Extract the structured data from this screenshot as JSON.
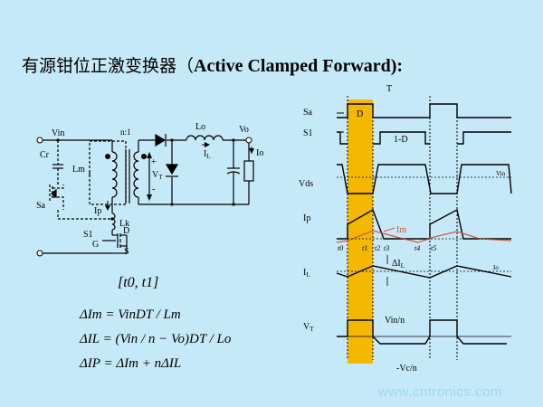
{
  "title": {
    "cn": "有源钳位正激变换器",
    "paren_open": "（",
    "en": "Active Clamped Forward",
    "paren_close": "):"
  },
  "circuit_labels": {
    "vin": "Vin",
    "ratio": "n:1",
    "lo": "Lo",
    "vo": "Vo",
    "io": "Io",
    "cr": "Cr",
    "lm": "Lm",
    "vt": "V",
    "vt_sub": "T",
    "plus": "+",
    "minus": "-",
    "il": "I",
    "il_sub": "L",
    "sa": "Sa",
    "ip": "Ip",
    "lk": "Lk",
    "d": "D",
    "s1": "S1",
    "g": "G",
    "s": "S"
  },
  "interval_label": "[t0, t1]",
  "equations": [
    "ΔIm = VinDT / Lm",
    "ΔIL = (Vin / n − Vo)DT / Lo",
    "ΔIP = ΔIm + nΔIL"
  ],
  "waveform_labels": {
    "period": "T",
    "sa": "Sa",
    "s1": "S1",
    "vds": "Vds",
    "ip": "Ip",
    "il": "I",
    "il_sub": "L",
    "vt": "V",
    "vt_sub": "T",
    "d": "D",
    "one_minus_d": "1-D",
    "vin_small": "Vin",
    "im": "Im",
    "io": "Io",
    "delta_il": "ΔI",
    "delta_il_sub": "L",
    "vin_n": "Vin/n",
    "neg_vc_n": "-Vc/n",
    "t0": "t0",
    "t1": "t1",
    "t2": "t2",
    "t3": "t3",
    "t4": "t4",
    "t5": "t5"
  },
  "watermark": "www.cntronics.com",
  "colors": {
    "background": "#c6e9f9",
    "highlight": "#f5b800",
    "im_curve": "#d05a3c",
    "watermark": "#9fd8ef"
  }
}
